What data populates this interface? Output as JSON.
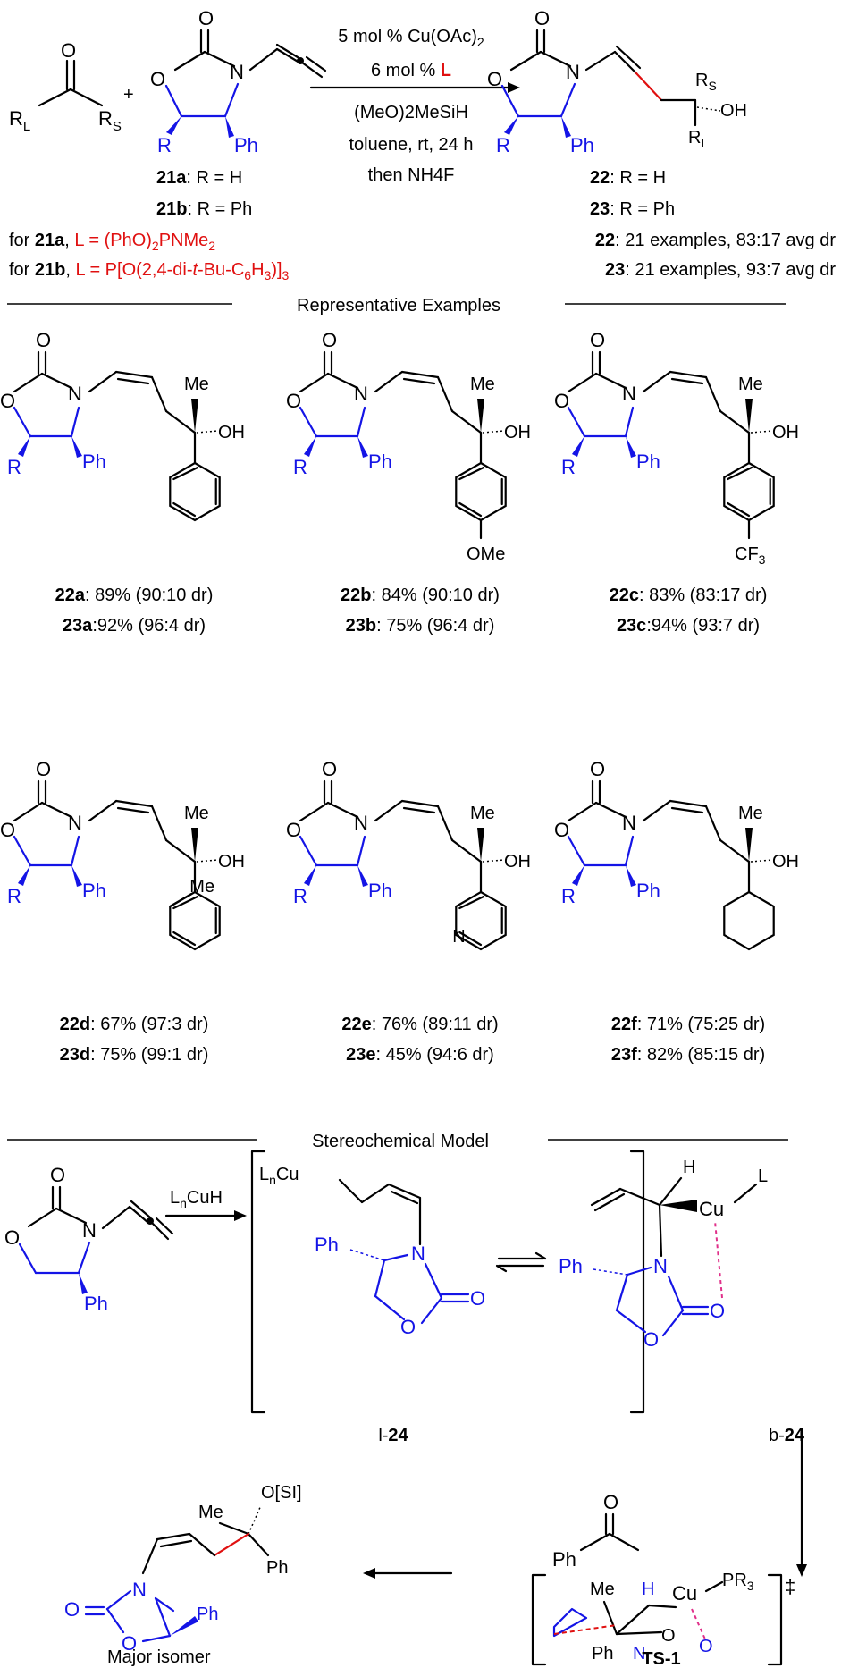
{
  "reaction": {
    "ketone": {
      "rl": "R",
      "rl_sub": "L",
      "rs": "R",
      "rs_sub": "S",
      "o": "O"
    },
    "plus": "+",
    "allene": {
      "o1": "O",
      "o2": "O",
      "n": "N",
      "r": "R",
      "ph": "Ph"
    },
    "label_21a_num": "21a",
    "label_21a_rest": ": R = H",
    "label_21b_num": "21b",
    "label_21b_rest": ": R = Ph",
    "cond1": "5 mol % Cu(OAc)",
    "cond1_sub": "2",
    "cond2_pre": "6 mol % ",
    "cond2_L": "L",
    "cond3": "(MeO)2MeSiH",
    "cond4": "toluene, rt, 24 h",
    "cond5": "then NH4F",
    "product": {
      "o1": "O",
      "o2": "O",
      "n": "N",
      "r": "R",
      "ph": "Ph",
      "rs": "R",
      "rs_sub": "S",
      "rl": "R",
      "rl_sub": "L",
      "oh": "OH"
    },
    "label_22_num": "22",
    "label_22_rest": ": R = H",
    "label_23_num": "23",
    "label_23_rest": ": R = Ph",
    "ligand_a_pre": "for ",
    "ligand_a_num": "21a",
    "ligand_a_mid": ", ",
    "ligand_a_L": "L = (PhO)",
    "ligand_a_sub": "2",
    "ligand_a_end": "PNMe",
    "ligand_a_sub2": "2",
    "ligand_b_pre": "for ",
    "ligand_b_num": "21b",
    "ligand_b_mid": ", ",
    "ligand_b_L": "L = P[O(2,4-di-",
    "ligand_b_t": "t",
    "ligand_b_rest": "-Bu-C",
    "ligand_b_sub1": "6",
    "ligand_b_h": "H",
    "ligand_b_sub2": "3",
    "ligand_b_end": ")]",
    "ligand_b_sub3": "3",
    "summary_22_num": "22",
    "summary_22_rest": ": 21 examples, 83:17 avg dr",
    "summary_23_num": "23",
    "summary_23_rest": ": 21 examples, 93:7 avg dr"
  },
  "section1": "Representative Examples",
  "examples": [
    {
      "sub_top": "",
      "sub_label": "",
      "a_num": "22a",
      "a_rest": ": 89% (90:10 dr)",
      "b_num": "23a",
      "b_rest": ":92% (96:4 dr)"
    },
    {
      "sub_top": "",
      "sub_label": "OMe",
      "a_num": "22b",
      "a_rest": ": 84% (90:10 dr)",
      "b_num": "23b",
      "b_rest": ": 75% (96:4 dr)"
    },
    {
      "sub_top": "",
      "sub_label": "CF",
      "sub_label_sub": "3",
      "a_num": "22c",
      "a_rest": ": 83% (83:17 dr)",
      "b_num": "23c",
      "b_rest": ":94% (93:7 dr)"
    },
    {
      "sub_top": "Me",
      "sub_label": "",
      "a_num": "22d",
      "a_rest": ": 67% (97:3 dr)",
      "b_num": "23d",
      "b_rest": ": 75% (99:1 dr)"
    },
    {
      "sub_top": "",
      "sub_label": "N",
      "a_num": "22e",
      "a_rest": ": 76% (89:11 dr)",
      "b_num": "23e",
      "b_rest": ": 45% (94:6 dr)"
    },
    {
      "sub_top": "",
      "sub_label": "",
      "a_num": "22f",
      "a_rest": ": 71% (75:25 dr)",
      "b_num": "23f",
      "b_rest": ": 82% (85:15 dr)"
    }
  ],
  "example_atoms": {
    "o": "O",
    "n": "N",
    "r": "R",
    "ph": "Ph",
    "me": "Me",
    "oh": "OH"
  },
  "section2": "Stereochemical Model",
  "model": {
    "reagent_pre": "L",
    "reagent_sub": "n",
    "reagent_post": "CuH",
    "l24_cu_pre": "L",
    "l24_cu_sub": "n",
    "l24_cu_post": "Cu",
    "l24_ph": "Ph",
    "l24_n": "N",
    "l24_o": "O",
    "l24_o2": "O",
    "label_l24_pre": "l-",
    "label_l24_num": "24",
    "b24_h": "H",
    "b24_cu": "Cu",
    "b24_l": "L",
    "b24_ph": "Ph",
    "b24_n": "N",
    "b24_o": "O",
    "b24_o2": "O",
    "label_b24_pre": "b-",
    "label_b24_num": "24",
    "start_o1": "O",
    "start_o2": "O",
    "start_n": "N",
    "start_ph": "Ph",
    "acetophenone_o": "O",
    "acetophenone_ph": "Ph",
    "ts_me": "Me",
    "ts_h": "H",
    "ts_cu": "Cu",
    "ts_pr": "PR",
    "ts_pr_sub": "3",
    "ts_dagger": "‡",
    "ts_o": "O",
    "ts_ph": "Ph",
    "ts_n": "N",
    "ts_o2": "O",
    "ts_ph2": "Ph",
    "ts_o3": "O",
    "label_ts": "TS-1",
    "major_me": "Me",
    "major_osi": "O[SI]",
    "major_ph": "Ph",
    "major_n": "N",
    "major_o": "O",
    "major_o2": "O",
    "major_ph2": "Ph",
    "label_major": "Major isomer"
  }
}
